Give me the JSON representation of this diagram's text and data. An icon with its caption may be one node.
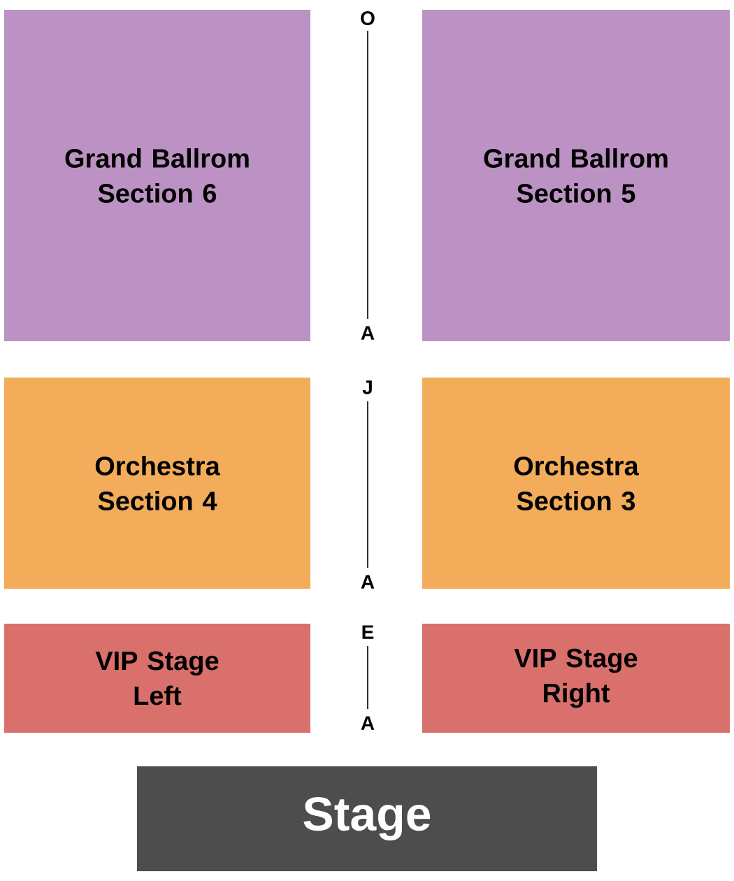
{
  "diagram": {
    "nodes": [
      {
        "text": [
          "Grand Ballrom Section 6"
        ]
      },
      {
        "text": [
          "Grand Ballrom Section 5"
        ]
      },
      {
        "text": [
          "Orchestra Section 4"
        ]
      },
      {
        "text": [
          "Orchestra Section 3"
        ]
      },
      {
        "text": [
          "VIP Stage Left"
        ]
      },
      {
        "text": [
          "VIP Stage Right"
        ]
      },
      {
        "text": [
          "Stage"
        ]
      }
    ],
    "labels": [
      "O",
      "A",
      "J",
      "A",
      "E",
      "A"
    ]
  }
}
